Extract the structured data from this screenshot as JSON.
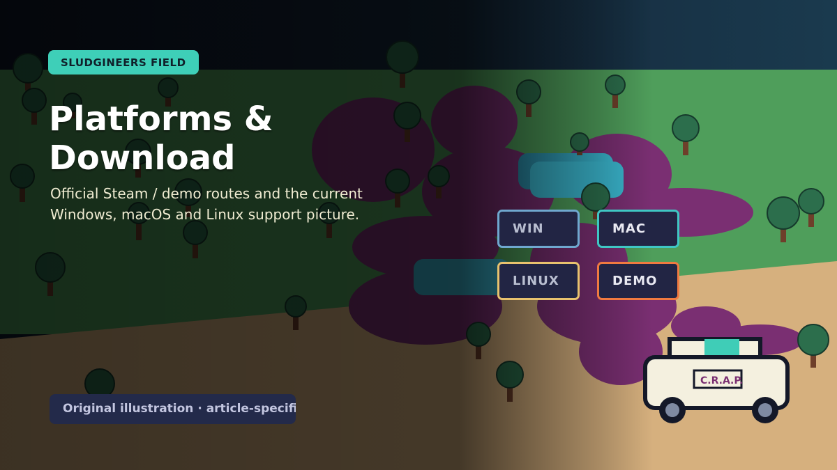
{
  "header": {
    "badge": "SLUDGINEERS FIELD",
    "title": "Platforms & Download",
    "subtitle": "Official Steam / demo routes and the current Windows, macOS and Linux support picture."
  },
  "platforms": {
    "win": "WIN",
    "mac": "MAC",
    "linux": "LINUX",
    "demo": "DEMO"
  },
  "vehicle": {
    "label": "C.R.A.P."
  },
  "caption": "Original illustration · article-specific",
  "colors": {
    "accent": "#3ecfb8",
    "sludge": "#7a2f72",
    "grass": "#4f9e5b",
    "sand": "#d6b07e",
    "sky": "#15223a",
    "win_border": "#6fa8cf",
    "mac_border": "#3fc7c4",
    "linux_border": "#e8c26e",
    "demo_border": "#f07a40"
  },
  "icons": [
    "tree-icon",
    "van-icon"
  ]
}
